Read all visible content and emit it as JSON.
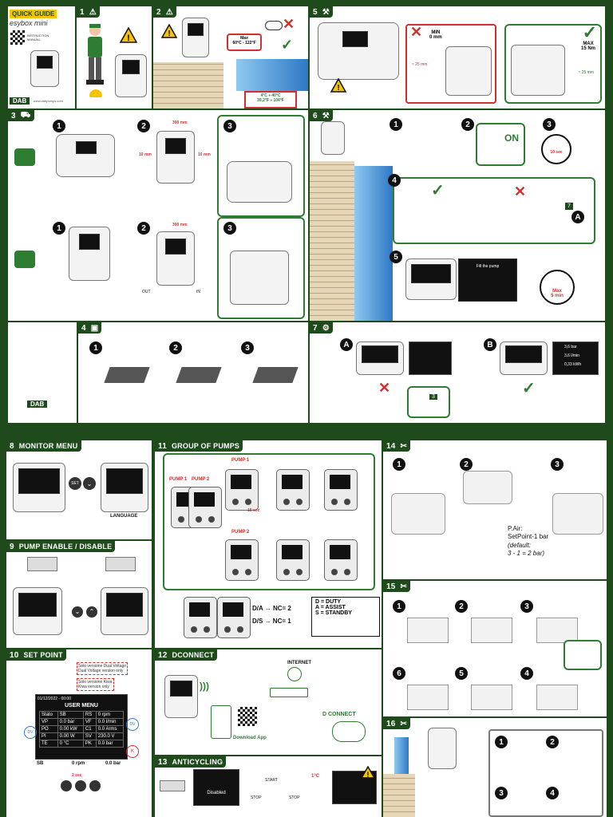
{
  "quick_guide": {
    "title": "QUICK GUIDE",
    "product": "esybox mini",
    "brand": "DAB",
    "website": "www.dabpumps.com",
    "manual_note": "INSTRUCTION MANUAL"
  },
  "panel1": {
    "num": "1"
  },
  "panel2": {
    "num": "2",
    "temp_max": "Max\n60°C - 122°F",
    "temp_range": "4°C ÷ 40°C\n39,2°F ÷ 104°F"
  },
  "panel3": {
    "num": "3",
    "steps": [
      "1",
      "2",
      "3"
    ],
    "dims": {
      "top": "300 mm",
      "side_left": "10 mm",
      "side_right": "10 mm",
      "in": "IN",
      "out": "OUT"
    }
  },
  "panel4": {
    "num": "4",
    "steps": [
      "1",
      "2",
      "3"
    ]
  },
  "panel5": {
    "num": "5",
    "min": "MIN\n0 mm",
    "max": "MAX\n15 Nm",
    "mm_left": "≈ 25 mm",
    "mm_right": "≈ 25 mm"
  },
  "panel6": {
    "num": "6",
    "on": "ON",
    "sec10": "10 sec",
    "max5": "Max\n5 min",
    "fill_pump": "Fill the pump",
    "letter_a": "A",
    "digit7": "7"
  },
  "panel7": {
    "num": "7",
    "a": "A",
    "b": "B",
    "digit3": "3",
    "readings": [
      "3,6 bar",
      "3,6 l/min",
      "0,33 kWh"
    ]
  },
  "panel8": {
    "num": "8",
    "title": "MONITOR MENU",
    "language": "LANGUAGE",
    "set": "SET"
  },
  "panel9": {
    "num": "9",
    "title": "PUMP ENABLE / DISABLE"
  },
  "panel10": {
    "num": "10",
    "title": "SET POINT",
    "note_dv": "Solo versione Dual Voltage\nDual Voltage version only",
    "note_k": "Solo versione Kiwa\nKiwa version only",
    "menu_title": "USER MENU",
    "datetime": "01/12/2022 - 00:00",
    "rows": [
      [
        "Stato",
        "SB",
        "RS",
        "0 rpm"
      ],
      [
        "VP",
        "0.0 bar",
        "VF",
        "0.0 l/min"
      ],
      [
        "PO",
        "0.00 kW",
        "C1",
        "0.0 Arms"
      ],
      [
        "PI",
        "0.00 W",
        "SV",
        "230.0 V"
      ],
      [
        "TE",
        "0 °C",
        "PK",
        "0.0 bar"
      ]
    ],
    "foot_left": "SB",
    "foot_mid": "0 rpm",
    "foot_right": "0.0 bar",
    "dv": "DV",
    "k": "K",
    "sec2": "2 sec"
  },
  "panel11": {
    "num": "11",
    "title": "GROUP OF PUMPS",
    "pump1": "PUMP 1",
    "pump2": "PUMP 2",
    "da": "D/A",
    "ds": "D/S",
    "nc2": "NC= 2",
    "nc1": "NC= 1",
    "legend": [
      "D = DUTY",
      "A = ASSIST",
      "S = STANDBY"
    ],
    "sec15": "15 sec"
  },
  "panel12": {
    "num": "12",
    "title": "DCONNECT",
    "internet": "INTERNET",
    "download": "Download App",
    "dconnect": "D CONNECT"
  },
  "panel13": {
    "num": "13",
    "title": "ANTICYCLING",
    "start": "START",
    "stop": "STOP",
    "disabled": "Disabled",
    "temp": "1°C"
  },
  "panel14": {
    "num": "14",
    "steps": [
      "1",
      "2",
      "3"
    ],
    "pair": "P.Air:",
    "setpoint": "SetPoint-1 bar",
    "default": "(default:",
    "calc": "3 - 1 = 2 bar)"
  },
  "panel15": {
    "num": "15",
    "steps": [
      "1",
      "2",
      "3",
      "6",
      "5",
      "4"
    ]
  },
  "panel16": {
    "num": "16",
    "steps": [
      "1",
      "2",
      "3",
      "4"
    ]
  },
  "colors": {
    "brand_green": "#1f4a1b",
    "accent_green": "#2e7d32",
    "warning_yellow": "#f5c400",
    "alert_red": "#d32f2f"
  }
}
